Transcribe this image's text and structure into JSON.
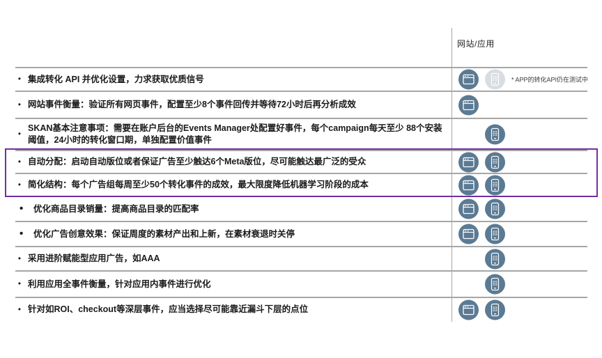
{
  "columns_header": {
    "label": "网站/应用"
  },
  "colors": {
    "icon_active": "#5B7A93",
    "icon_muted": "#D9DDE1",
    "separator": "#A6A6A6",
    "highlight_border": "#7030A0",
    "text": "#1A1A1A"
  },
  "rows": [
    {
      "text": "集成转化 API 并优化设置，力求获取优质信号",
      "website_icon": "active",
      "app_icon": "muted",
      "side_note": "* APP的转化API仍在测试中",
      "highlighted": false,
      "bullet": "small"
    },
    {
      "text": "网站事件衡量：验证所有网页事件，配置至少8个事件回传并等待72小时后再分析成效",
      "website_icon": "active",
      "app_icon": null,
      "side_note": null,
      "highlighted": false,
      "bullet": "small"
    },
    {
      "text": "SKAN基本注意事项：需要在账户后台的Events Manager处配置好事件，每个campaign每天至少 88个安装阈值，24小时的转化窗口期，单独配置价值事件",
      "website_icon": null,
      "app_icon": "active",
      "side_note": null,
      "highlighted": false,
      "bullet": "small"
    },
    {
      "text": "自动分配：启动自动版位或者保证广告至少触达6个Meta版位，尽可能触达最广泛的受众",
      "website_icon": "active",
      "app_icon": "active",
      "side_note": null,
      "highlighted": true,
      "bullet": "small"
    },
    {
      "text": "简化结构：每个广告组每周至少50个转化事件的成效，最大限度降低机器学习阶段的成本",
      "website_icon": "active",
      "app_icon": "active",
      "side_note": null,
      "highlighted": true,
      "bullet": "small"
    },
    {
      "text": "优化商品目录销量：提高商品目录的匹配率",
      "website_icon": "active",
      "app_icon": "active",
      "side_note": null,
      "highlighted": false,
      "bullet": "large"
    },
    {
      "text": "优化广告创意效果：保证周度的素材产出和上新，在素材衰退时关停",
      "website_icon": "active",
      "app_icon": "active",
      "side_note": null,
      "highlighted": false,
      "bullet": "large"
    },
    {
      "text": "采用进阶赋能型应用广告，如AAA",
      "website_icon": null,
      "app_icon": "active",
      "side_note": null,
      "highlighted": false,
      "bullet": "small"
    },
    {
      "text": "利用应用全事件衡量，针对应用内事件进行优化",
      "website_icon": null,
      "app_icon": "active",
      "side_note": null,
      "highlighted": false,
      "bullet": "small"
    },
    {
      "text": "针对如ROI、checkout等深层事件，应当选择尽可能靠近漏斗下层的点位",
      "website_icon": "active",
      "app_icon": "active",
      "side_note": null,
      "highlighted": false,
      "bullet": "small"
    }
  ]
}
